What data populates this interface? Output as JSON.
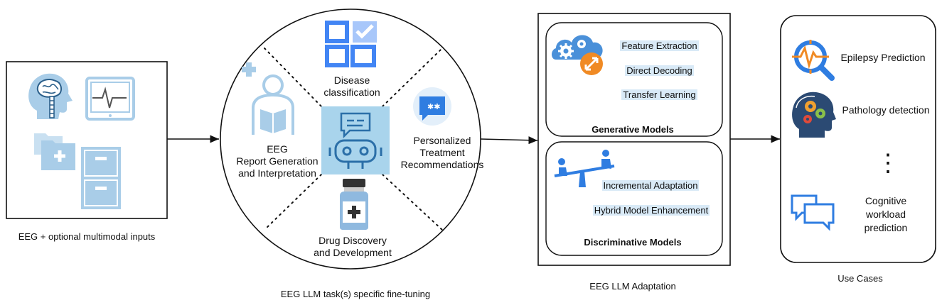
{
  "inputs": {
    "caption": "EEG + optional multimodal inputs",
    "icons": [
      "brain-head-icon",
      "eeg-monitor-icon",
      "medical-folder-icon",
      "file-cabinet-icon"
    ]
  },
  "tasks": {
    "caption": "EEG LLM task(s) specific fine-tuning",
    "items": [
      {
        "label": "Disease\nclassification",
        "icon": "grid-check-icon"
      },
      {
        "label": "Personalized\nTreatment\nRecommendations",
        "icon": "chat-bubble-icon"
      },
      {
        "label": "Drug Discovery\nand Development",
        "icon": "medicine-bottle-icon"
      },
      {
        "label": "EEG\nReport Generation\nand Interpretation",
        "icon": "doctor-report-icon"
      }
    ],
    "center_icon": "robot-icon"
  },
  "adaptation": {
    "caption": "EEG LLM Adaptation",
    "generative": {
      "title": "Generative Models",
      "items": [
        "Feature Extraction",
        "Direct Decoding",
        "Transfer Learning"
      ],
      "icon": "cloud-gears-icon"
    },
    "discriminative": {
      "title": "Discriminative Models",
      "items": [
        "Incremental Adaptation",
        "Hybrid Model Enhancement"
      ],
      "icon": "seesaw-icon"
    }
  },
  "use_cases": {
    "caption": "Use Cases",
    "items": [
      {
        "label": "Epilepsy Prediction",
        "icon": "pulse-magnifier-icon"
      },
      {
        "label": "Pathology detection",
        "icon": "head-gears-icon"
      },
      {
        "label": "Cognitive\nworkload\nprediction",
        "icon": "chat-bubbles-icon"
      }
    ],
    "ellipsis": "⋮"
  },
  "colors": {
    "light_blue": "#a9cde8",
    "mid_blue": "#5b9bd5",
    "google_blue": "#4285f4",
    "orange": "#f08a24",
    "highlight": "#d9eaf7"
  }
}
